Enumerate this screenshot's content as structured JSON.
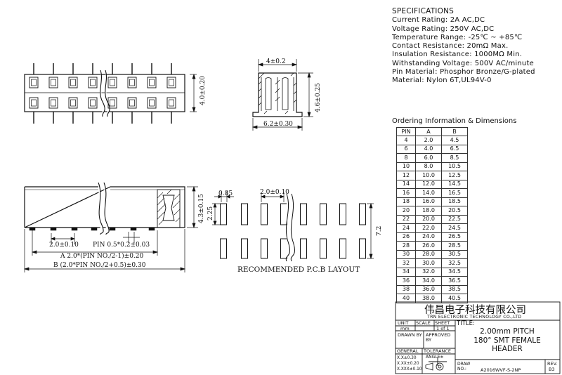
{
  "specifications": {
    "heading": "SPECIFICATIONS",
    "lines": [
      "Current Rating: 2A AC,DC",
      "Voltage Rating: 250V AC,DC",
      "Temperature Range: -25℃ ~ +85℃",
      "Contact Resistance: 20mΩ Max.",
      "Insulation Resistance: 1000MΩ Min.",
      "Withstanding Voltage: 500V AC/minute",
      "Pin Material: Phosphor Bronze/G-plated",
      "Material: Nylon 6T,UL94V-0"
    ]
  },
  "ordering": {
    "title": "Ordering Information & Dimensions",
    "headers": [
      "PIN",
      "A",
      "B"
    ],
    "rows": [
      [
        "4",
        "2.0",
        "4.5"
      ],
      [
        "6",
        "4.0",
        "6.5"
      ],
      [
        "8",
        "6.0",
        "8.5"
      ],
      [
        "10",
        "8.0",
        "10.5"
      ],
      [
        "12",
        "10.0",
        "12.5"
      ],
      [
        "14",
        "12.0",
        "14.5"
      ],
      [
        "16",
        "14.0",
        "16.5"
      ],
      [
        "18",
        "16.0",
        "18.5"
      ],
      [
        "20",
        "18.0",
        "20.5"
      ],
      [
        "22",
        "20.0",
        "22.5"
      ],
      [
        "24",
        "22.0",
        "24.5"
      ],
      [
        "26",
        "24.0",
        "26.5"
      ],
      [
        "28",
        "26.0",
        "28.5"
      ],
      [
        "30",
        "28.0",
        "30.5"
      ],
      [
        "32",
        "30.0",
        "32.5"
      ],
      [
        "34",
        "32.0",
        "34.5"
      ],
      [
        "36",
        "34.0",
        "36.5"
      ],
      [
        "38",
        "36.0",
        "38.5"
      ],
      [
        "40",
        "38.0",
        "40.5"
      ]
    ]
  },
  "dimensions": {
    "top_height": "4.0±0.20",
    "side_width_top": "4±0.2",
    "side_height": "4.6±0.25",
    "side_width_bottom": "6.2±0.30",
    "front_height": "4.3±0.15",
    "pitch_tol": "2.0±0.10",
    "pin_size": "PIN 0.5*0.2±0.03",
    "dim_a": "A  2.0*(PIN NO./2-1)±0.20",
    "dim_b": "B  (2.0*PIN NO./2+0.5)±0.30",
    "pcb_pad_w": "0.85",
    "pcb_pitch": "2.0±0.10",
    "pcb_pad_h": "2.25",
    "pcb_span": "7.2",
    "pcb_caption": "RECOMMENDED P.C.B LAYOUT"
  },
  "title_block": {
    "company_cn": "伟昌电子科技有限公司",
    "company_en": "TRN ELECTRONIC TECHNOLOGY CO.,LTD",
    "unit_label": "UNIT",
    "unit_value": "mm",
    "scale_label": "SCALE",
    "sheet_label": "SHEET",
    "sheet_value": "1 of 1",
    "title_label": "TITLE:",
    "title_lines": [
      "2.00mm PITCH",
      "180° SMT FEMALE",
      "HEADER"
    ],
    "drawn_by": "DRAWN BY",
    "approved_by": "APPROVED BY",
    "general_label": "GENERAL",
    "tolerance_label": "TOLERANCE",
    "tolerances": [
      "X.X±0.30",
      "X.XX±0.20",
      "X.XXX±0.10"
    ],
    "angle_label": "ANGLE±",
    "draw_no_label": "DRAW NO.:",
    "draw_no": "A2016WVF-S-2NP",
    "rev_label": "REV.",
    "rev_value": "B3"
  }
}
